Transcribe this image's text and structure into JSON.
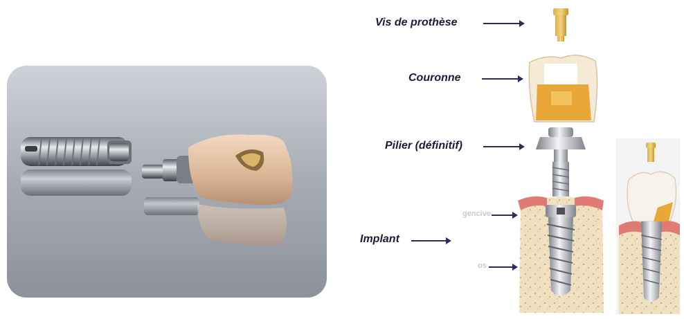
{
  "labels": {
    "screw": "Vis de prothèse",
    "crown": "Couronne",
    "abutment": "Pilier (définitif)",
    "implant": "Implant",
    "gum": "gencive",
    "bone": "os"
  },
  "colors": {
    "label_text": "#1b1b3a",
    "arrow": "#2a2c5a",
    "gum": "#e07a74",
    "bone": "#efe1c0",
    "crown_gold": "#e3a43a",
    "metal": "#b8bcc4",
    "photo_background": "#9a9ea6"
  }
}
